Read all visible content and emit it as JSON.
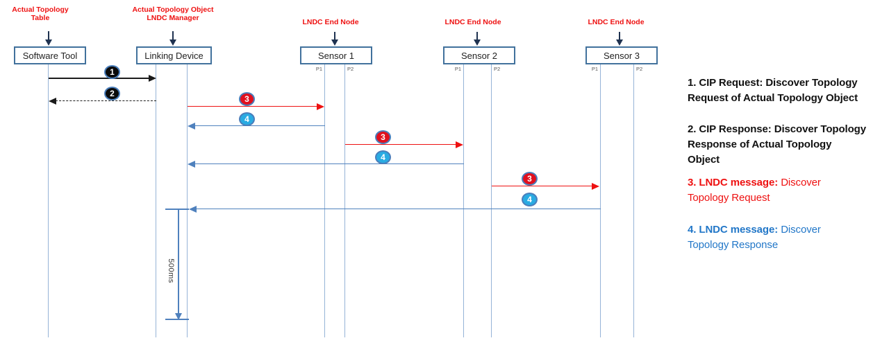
{
  "actors": [
    {
      "annotation": "Actual Topology\nTable",
      "label": "Software Tool"
    },
    {
      "annotation": "Actual Topology Object\nLNDC Manager",
      "label": "Linking Device"
    },
    {
      "annotation": "LNDC End Node",
      "label": "Sensor 1",
      "port1": "P1",
      "port2": "P2"
    },
    {
      "annotation": "LNDC End Node",
      "label": "Sensor 2",
      "port1": "P1",
      "port2": "P2"
    },
    {
      "annotation": "LNDC End Node",
      "label": "Sensor 3",
      "port1": "P1",
      "port2": "P2"
    }
  ],
  "messages": [
    {
      "badge": "1",
      "type": "cip-request",
      "style": "black-solid"
    },
    {
      "badge": "2",
      "type": "cip-response",
      "style": "black-dashed"
    },
    {
      "badge": "3",
      "type": "lndc-request",
      "style": "red-solid"
    },
    {
      "badge": "4",
      "type": "lndc-response",
      "style": "blue-solid"
    },
    {
      "badge": "3",
      "type": "lndc-request",
      "style": "red-solid"
    },
    {
      "badge": "4",
      "type": "lndc-response",
      "style": "blue-solid"
    },
    {
      "badge": "3",
      "type": "lndc-request",
      "style": "red-solid"
    },
    {
      "badge": "4",
      "type": "lndc-response",
      "style": "blue-solid"
    }
  ],
  "timer": {
    "label": "500ms"
  },
  "legend": {
    "item1": "1. CIP Request: Discover Topology\nRequest of Actual Topology Object",
    "item2": "2. CIP Response: Discover Topology\nResponse of Actual Topology\nObject",
    "item3_prefix": "3. LNDC message:",
    "item3_rest": " Discover\nTopology Request",
    "item4_prefix": "4. LNDC message:",
    "item4_rest": "  Discover\nTopology Response"
  },
  "colors": {
    "red": "#ee1111",
    "steel_blue": "#4f81bd",
    "box_border": "#41719c",
    "lifeline": "#95b3d7",
    "badge_ring": "#4a7ebb",
    "badge4_fill": "#29abe2",
    "black": "#1a1a1a",
    "legend_blue": "#2277c8"
  }
}
